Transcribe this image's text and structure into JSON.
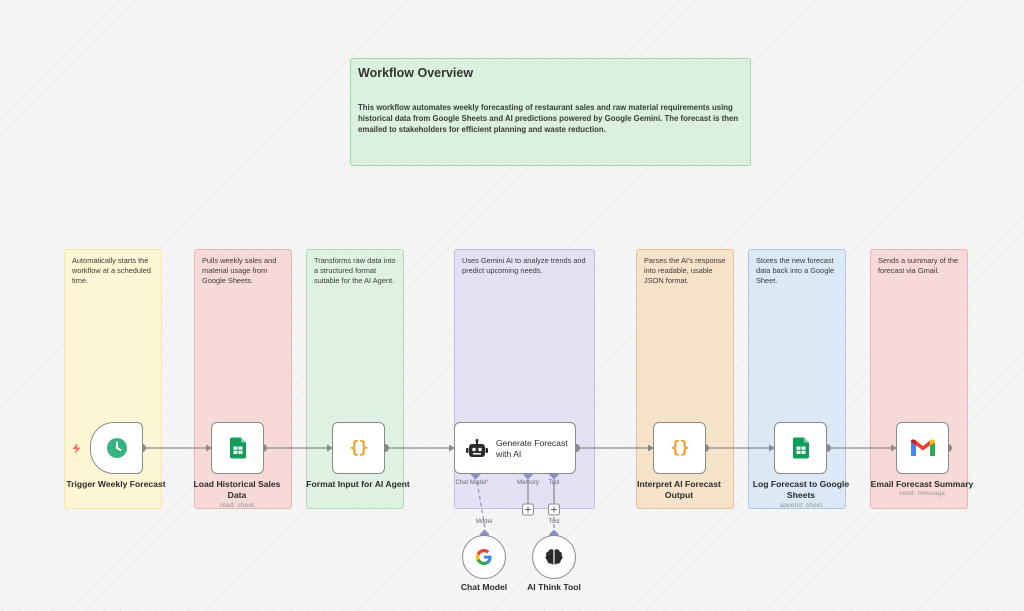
{
  "overview": {
    "title": "Workflow Overview",
    "description": "This workflow automates weekly forecasting of restaurant sales and raw material requirements using historical data from Google Sheets and AI predictions powered by Google Gemini. The forecast is then emailed to stakeholders for efficient planning and waste reduction."
  },
  "notes": [
    "Automatically starts the workflow at a scheduled time.",
    "Pulls weekly sales and material usage from Google Sheets.",
    "Transforms raw data into a structured format suitable for the AI Agent.",
    "Uses Gemini AI to analyze trends and predict upcoming needs.",
    "Parses the AI's response into readable, usable JSON format.",
    "Stores the new forecast data back into a Google Sheet.",
    "Sends a summary of the forecast via Gmail."
  ],
  "nodes": {
    "trigger": {
      "label": "Trigger Weekly Forecast",
      "icon": "clock-icon"
    },
    "load": {
      "label": "Load Historical Sales Data",
      "subtitle": "read: sheet",
      "icon": "google-sheets-icon"
    },
    "format": {
      "label": "Format Input for AI Agent",
      "icon": "code-braces-icon"
    },
    "agent": {
      "label": "Generate Forecast with AI",
      "icon": "robot-icon",
      "handles": {
        "chat_model": "Chat Model",
        "required_mark": "*",
        "memory": "Memory",
        "tool": "Tool"
      }
    },
    "interpret": {
      "label": "Interpret AI Forecast Output",
      "icon": "code-braces-icon"
    },
    "log": {
      "label": "Log Forecast to Google Sheets",
      "subtitle": "append: sheet",
      "icon": "google-sheets-icon"
    },
    "email": {
      "label": "Email Forecast Summary",
      "subtitle": "send: message",
      "icon": "gmail-icon"
    },
    "chat_model": {
      "label": "Chat Model",
      "handle": "Model",
      "icon": "google-icon"
    },
    "think_tool": {
      "label": "AI Think Tool",
      "handle": "Tool",
      "icon": "brain-icon"
    }
  },
  "colors": {
    "connection": "#8a8a8a",
    "sub_connection": "#8a8fc7",
    "trigger_bolt": "#ff6d5a",
    "clock": "#36b37e",
    "sheets": "#0f9d58",
    "braces": "#f0a030"
  }
}
